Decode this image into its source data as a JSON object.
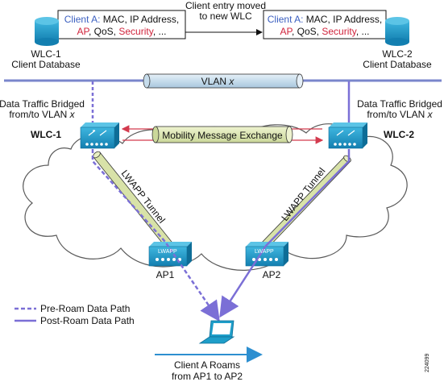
{
  "top": {
    "move_label_line1": "Client entry moved",
    "move_label_line2": "to new WLC",
    "left_box": {
      "client": "Client A:",
      "line1_rest": " MAC, IP Address,",
      "ap": "AP",
      "qos": ", QoS, ",
      "security": "Security",
      "ellipsis": ", ..."
    },
    "right_box": {
      "client": "Client A:",
      "line1_rest": " MAC, IP Address,",
      "ap": "AP",
      "qos": ", QoS, ",
      "security": "Security",
      "ellipsis": ", ..."
    }
  },
  "databases": {
    "left": {
      "line1": "WLC-1",
      "line2": "Client Database"
    },
    "right": {
      "line1": "WLC-2",
      "line2": "Client Database"
    }
  },
  "vlan": {
    "label": "VLAN ",
    "var": "x"
  },
  "bridged": {
    "left": {
      "line1": "Data Traffic Bridged",
      "line2": "from/to VLAN ",
      "var": "x"
    },
    "right": {
      "line1": "Data Traffic Bridged",
      "line2": "from/to VLAN ",
      "var": "x"
    }
  },
  "controllers": {
    "left": "WLC-1",
    "right": "WLC-2"
  },
  "mobility": "Mobility Message Exchange",
  "tunnels": {
    "left": "LWAPP Tunnel",
    "right": "LWAPP Tunnel"
  },
  "aps": {
    "ap1": "AP1",
    "ap2": "AP2",
    "brand": "LWAPP"
  },
  "legend": {
    "pre": "Pre-Roam Data Path",
    "post": "Post-Roam Data Path"
  },
  "roam": {
    "line1": "Client A Roams",
    "line2": "from AP1 to AP2"
  },
  "figure_id": "224099",
  "colors": {
    "blue_text": "#3b5fc0",
    "red_text": "#d0243c",
    "network_line": "#7a86cc",
    "device_blue": "#1e9ec9",
    "tunnel_fill": "#d8e2a8",
    "arrow_red": "#d33a4e",
    "cloud": "#5a5a5a"
  }
}
